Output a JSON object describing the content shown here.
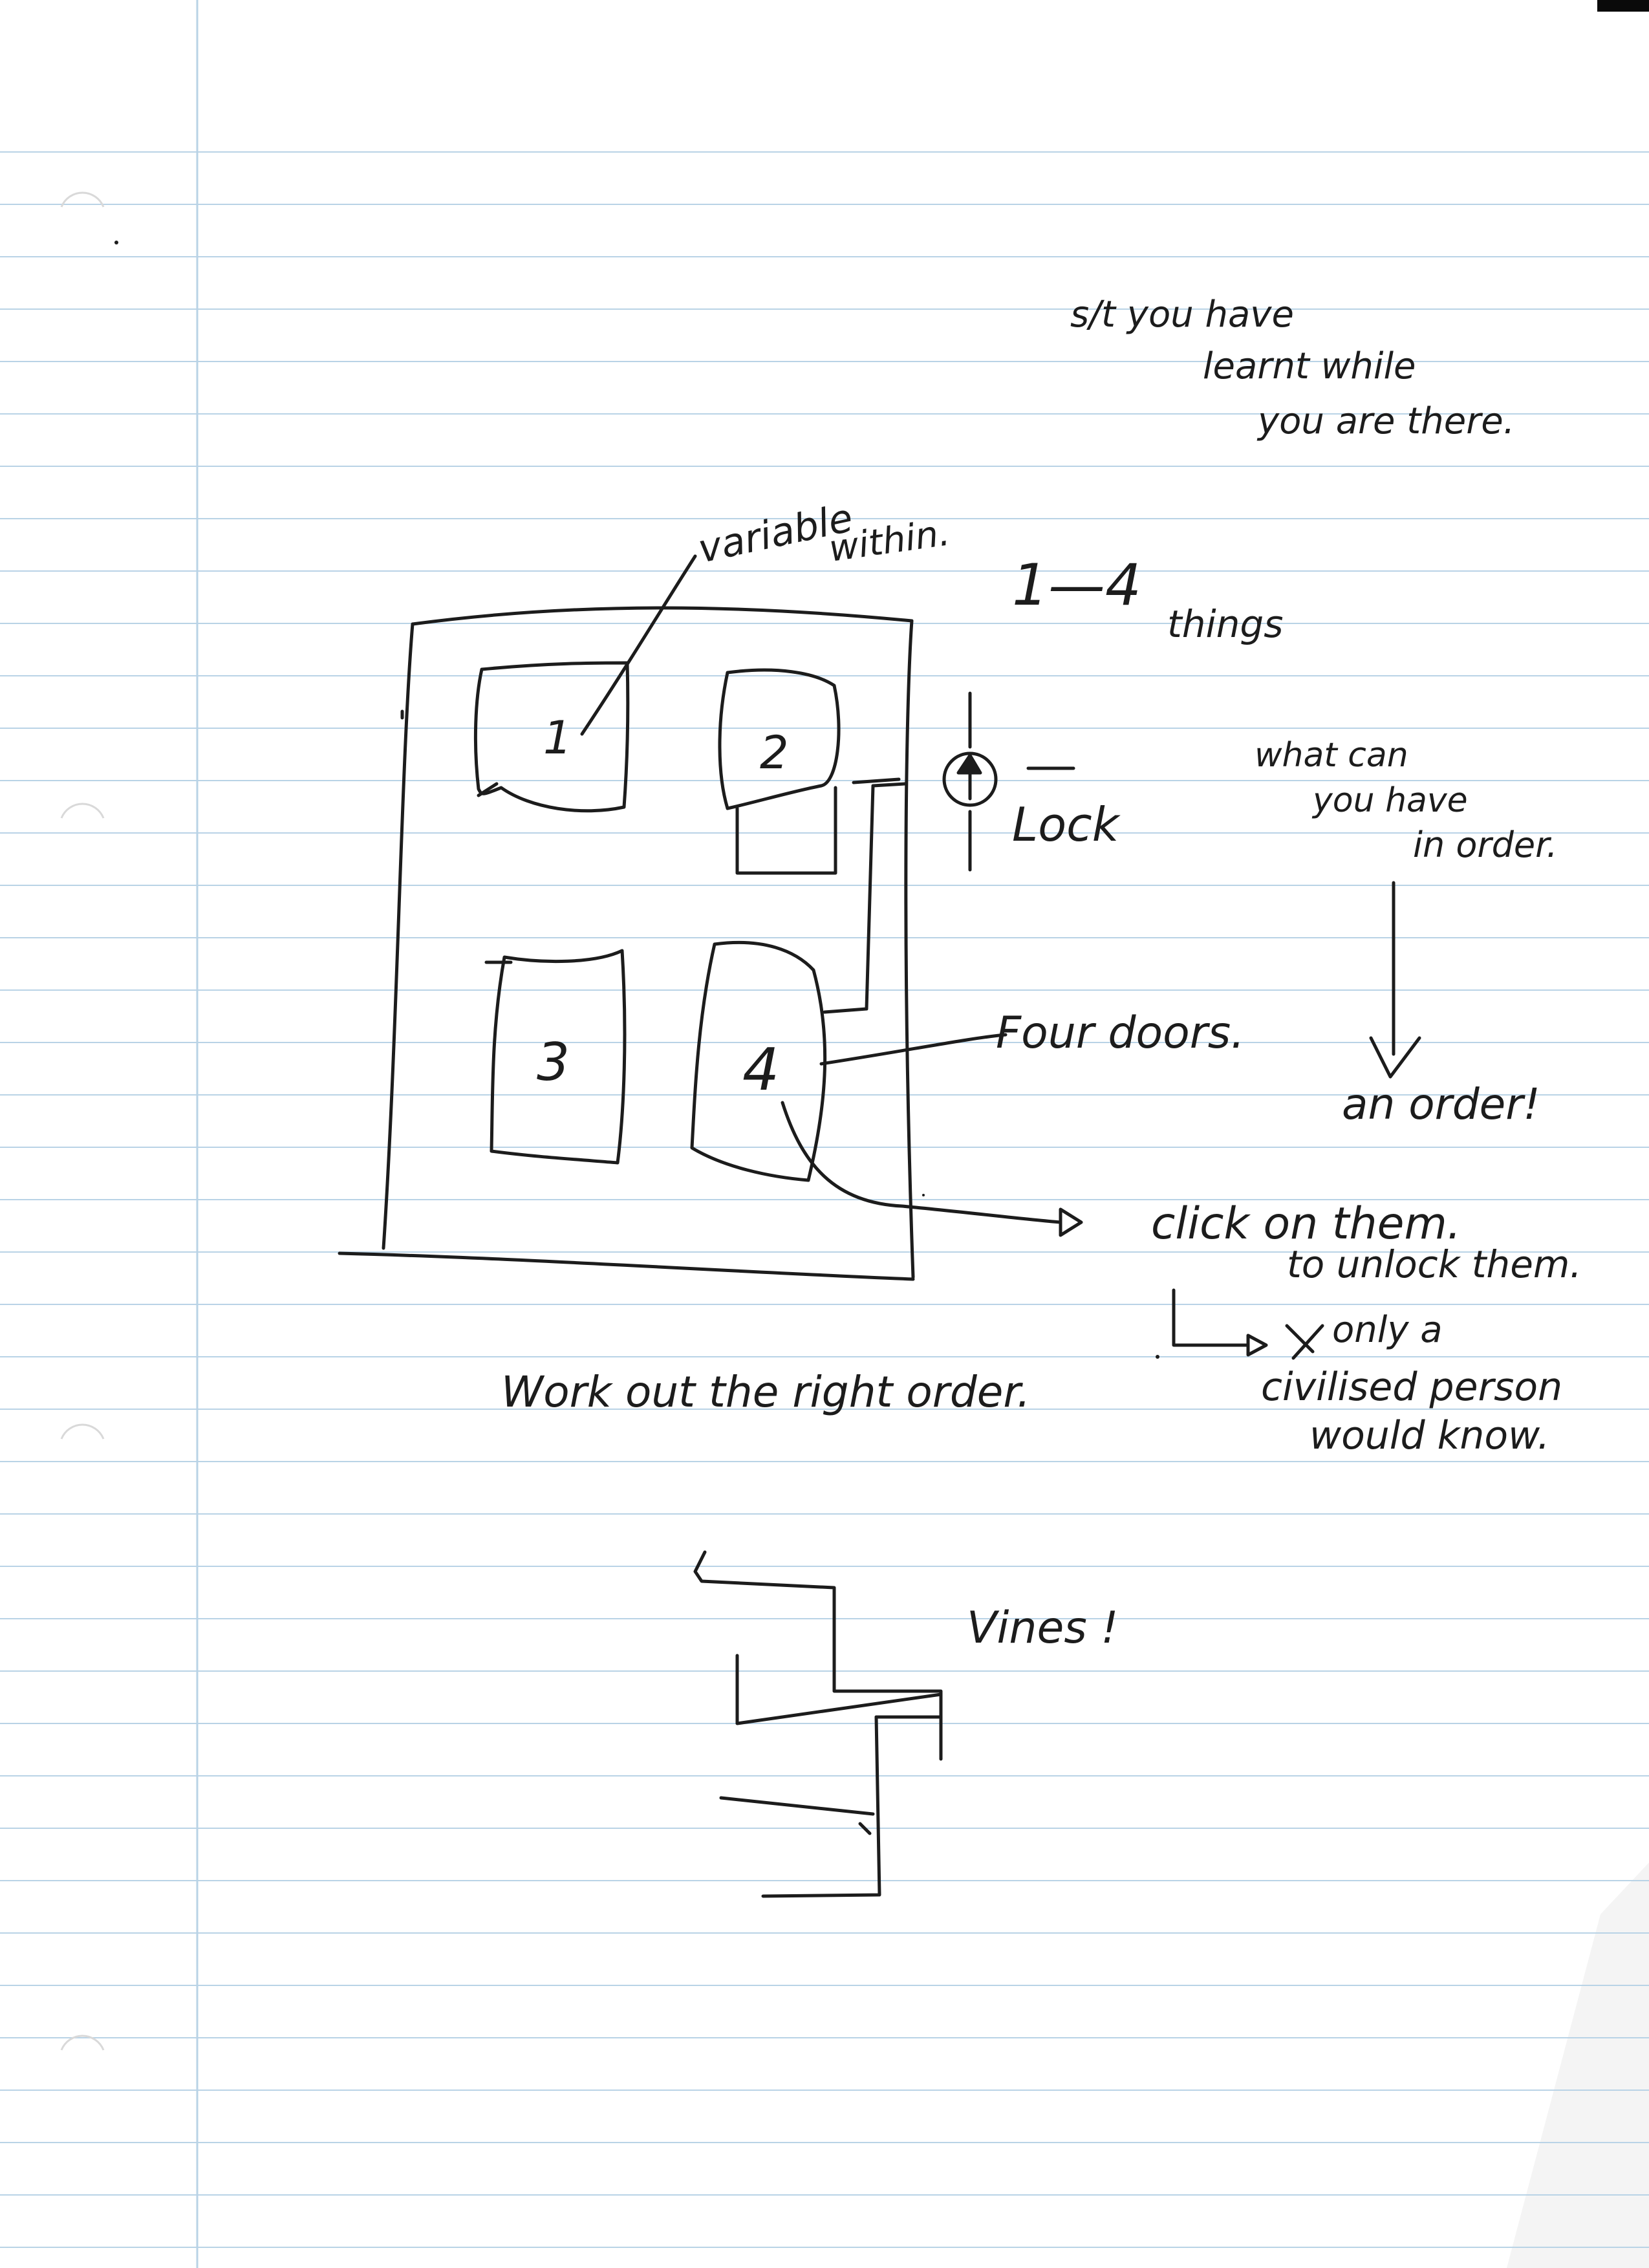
{
  "doors": {
    "door_1": "1",
    "door_2": "2",
    "door_3": "3",
    "door_4": "4"
  },
  "annotations": {
    "variable_within_line1": "variable",
    "variable_within_line2": "within.",
    "range": "1—4",
    "things": "things",
    "lock": "Lock",
    "four_doors": "Four doors.",
    "click_line1": "click on them.",
    "click_line2": "to unlock them.",
    "civilised_line1": "only a",
    "civilised_line2": "civilised person",
    "civilised_line3": "would know.",
    "work_out": "Work out the right order.",
    "vines": "Vines !",
    "learnt_line1": "s/t you have",
    "learnt_line2": "learnt while",
    "learnt_line3": "you are there.",
    "what_can_line1": "what can",
    "what_can_line2": "you have",
    "what_can_line3": "in order.",
    "an_order": "an order!"
  },
  "colors": {
    "ink": "#1c1c1c",
    "paper": "#ffffff",
    "rule_line": "#b9d3e6",
    "margin_line": "#b9d3e6",
    "punch_hole": "#d9d9d9",
    "corner_shadow": "#0a0a0a"
  }
}
